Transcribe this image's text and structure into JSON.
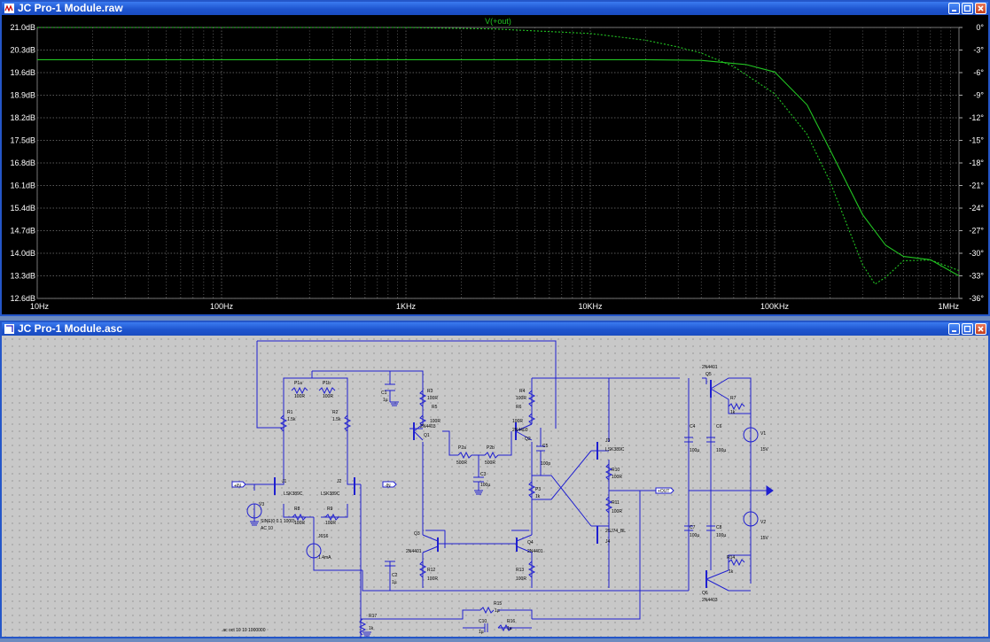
{
  "plot_window": {
    "title": "JC Pro-1 Module.raw",
    "trace_label": "V(+out)"
  },
  "schematic_window": {
    "title": "JC Pro-1 Module.asc",
    "spice_directive": ".ac oct 10 10 1000000",
    "labels": {
      "p1a": "P1a",
      "p1a_v": "100R",
      "p1b": "P1b",
      "p1b_v": "100R",
      "r1": "R1",
      "r1_v": "1.5k",
      "r2": "R2",
      "r2_v": "1.5k",
      "c1": "C1",
      "c1_v": "1µ",
      "r3": "R3",
      "r3_v": "100R",
      "r4": "R4",
      "r4_v": "100R",
      "r5": "R5",
      "r5_v": "100R",
      "r6": "R6",
      "r6_v": "100R",
      "q1": "Q1",
      "q1_type": "2N4403",
      "q2": "Q2",
      "q2_type": "2N4403",
      "c5": "C5",
      "c5_v": "100p",
      "p2a": "P2a",
      "p2a_v": "500R",
      "p2b": "P2b",
      "p2b_v": "500R",
      "c3": "C3",
      "c3_v": "100µ",
      "p3": "P3",
      "p3_v": "1k",
      "j1": "J1",
      "j1_type": "LSK389C",
      "j2": "J2",
      "j2_type": "LSK389C",
      "r8": "R8",
      "r8_v": "100R",
      "r9": "R9",
      "r9_v": "100R",
      "in_pos": "+IN",
      "in_neg": "-IN",
      "v3": "V3",
      "v3_src": "SINE(0 0.1 1000)",
      "v3_ac": "AC 10",
      "i_src": "J6S6",
      "i_val": "1.4mA",
      "q3": "Q3",
      "q3_type": "2N4401",
      "q4": "Q4",
      "q4_type": "2N4401",
      "r12": "R12",
      "r12_v": "100R",
      "r13": "R13",
      "r13_v": "100R",
      "c2": "C2",
      "c2_v": "1µ",
      "j3": "J3",
      "j3_type": "LSK389C",
      "j4": "J4",
      "j4_type": "2SJ74_BL",
      "r10": "R10",
      "r10_v": "100R",
      "r11": "R11",
      "r11_v": "100R",
      "out": "+OUT",
      "c4": "C4",
      "c4_v": "100µ",
      "c6": "C6",
      "c6_v": "100µ",
      "c7": "C7",
      "c7_v": "100µ",
      "c8": "C8",
      "c8_v": "100µ",
      "q5": "Q5",
      "q5_type": "2N4401",
      "q6": "Q6",
      "q6_type": "2N4403",
      "r7": "R7",
      "r7_v": "1k",
      "r14": "R14",
      "r14_v": "1k",
      "v1": "V1",
      "v1_v": "15V",
      "v2": "V2",
      "v2_v": "15V",
      "r15": "R15",
      "r15_v": "1µ",
      "r16": "R16",
      "r16_v": "1µ",
      "c10": "C10",
      "c10_v": "1µ",
      "r17": "R17",
      "r17_v": "1k"
    }
  },
  "colors": {
    "trace": "#22c322",
    "plot_bg": "#000000",
    "wire": "#1f1fd0",
    "schematic_bg": "#c8c8c8",
    "titlebar": "#1e55cf"
  },
  "chart_data": {
    "type": "line",
    "x_scale": "log",
    "x_ticks": [
      "10Hz",
      "100Hz",
      "1KHz",
      "10KHz",
      "100KHz",
      "1MHz"
    ],
    "x_tick_values": [
      10,
      100,
      1000,
      10000,
      100000,
      1000000
    ],
    "xlim": [
      10,
      1000000
    ],
    "y_left_ticks": [
      "21.0dB",
      "20.3dB",
      "19.6dB",
      "18.9dB",
      "18.2dB",
      "17.5dB",
      "16.8dB",
      "16.1dB",
      "15.4dB",
      "14.7dB",
      "14.0dB",
      "13.3dB",
      "12.6dB"
    ],
    "y_left_lim": [
      12.6,
      21.0
    ],
    "y_right_ticks": [
      "0°",
      "-3°",
      "-6°",
      "-9°",
      "-12°",
      "-15°",
      "-18°",
      "-21°",
      "-24°",
      "-27°",
      "-30°",
      "-33°",
      "-36°"
    ],
    "y_right_lim": [
      -36,
      0
    ],
    "series": [
      {
        "name": "V(+out)",
        "style": "solid",
        "axis": "left",
        "x": [
          10,
          100,
          1000,
          10000,
          20000,
          40000,
          70000,
          100000,
          150000,
          200000,
          300000,
          400000,
          500000,
          700000,
          1000000
        ],
        "y": [
          20.0,
          20.0,
          20.0,
          20.0,
          20.0,
          19.98,
          19.85,
          19.62,
          18.6,
          17.2,
          15.2,
          14.25,
          13.9,
          13.8,
          13.3
        ]
      },
      {
        "name": "",
        "style": "dashed",
        "axis": "right",
        "x": [
          10,
          1000,
          3000,
          10000,
          20000,
          30000,
          40000,
          60000,
          100000,
          150000,
          200000,
          300000,
          350000,
          400000,
          500000,
          700000,
          1000000
        ],
        "y": [
          0,
          0,
          -0.2,
          -0.8,
          -1.7,
          -2.6,
          -3.4,
          -5.2,
          -8.8,
          -14.2,
          -20.5,
          -31.5,
          -34.1,
          -33.2,
          -31.0,
          -30.9,
          -32.3
        ]
      }
    ]
  }
}
